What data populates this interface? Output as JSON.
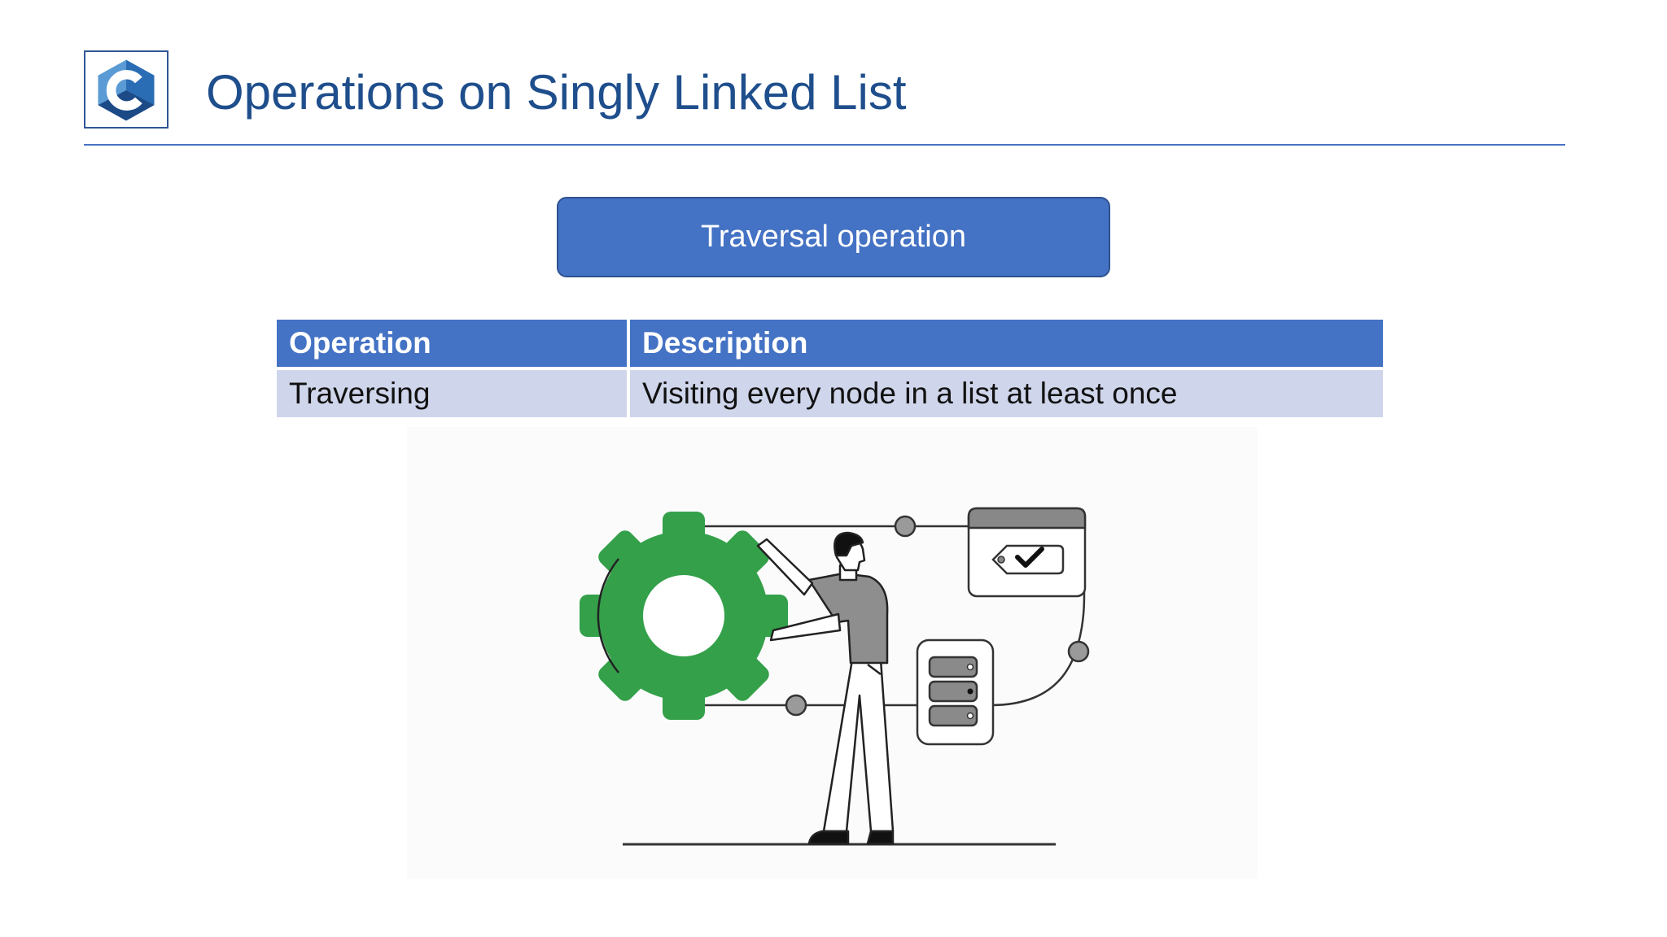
{
  "slide": {
    "title": "Operations on Singly Linked List",
    "banner": "Traversal operation"
  },
  "table": {
    "headers": [
      "Operation",
      "Description"
    ],
    "rows": [
      [
        "Traversing",
        "Visiting every node in a list at least once"
      ]
    ]
  },
  "colors": {
    "title": "#1f4e8c",
    "banner": "#4472c4",
    "table_header": "#4472c4",
    "table_row": "#cfd5ea",
    "gear": "#34a04a"
  },
  "icons": [
    "c-language-logo-icon",
    "gear-icon",
    "tag-checkmark-icon",
    "server-icon",
    "person-figure"
  ]
}
